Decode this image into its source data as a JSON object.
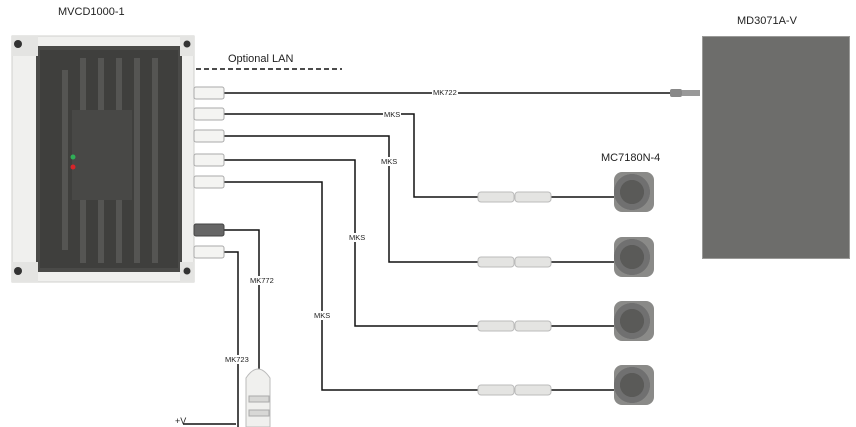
{
  "devices": {
    "unit": "MVCD1000-1",
    "monitor": "MD3071A-V",
    "camera": "MC7180N-4"
  },
  "labels": {
    "optional_lan": "Optional LAN",
    "mk722": "MK722",
    "mks_1": "MKS",
    "mks_2": "MKS",
    "mks_3": "MKS",
    "mks_4": "MKS",
    "mk772": "MK772",
    "mk723": "MK723",
    "plus_v": "+V"
  },
  "colors": {
    "monitor": "#6d6d6b",
    "unit_body": "#4a4a48",
    "camera": "#6a6a68",
    "cable": "#111111"
  }
}
